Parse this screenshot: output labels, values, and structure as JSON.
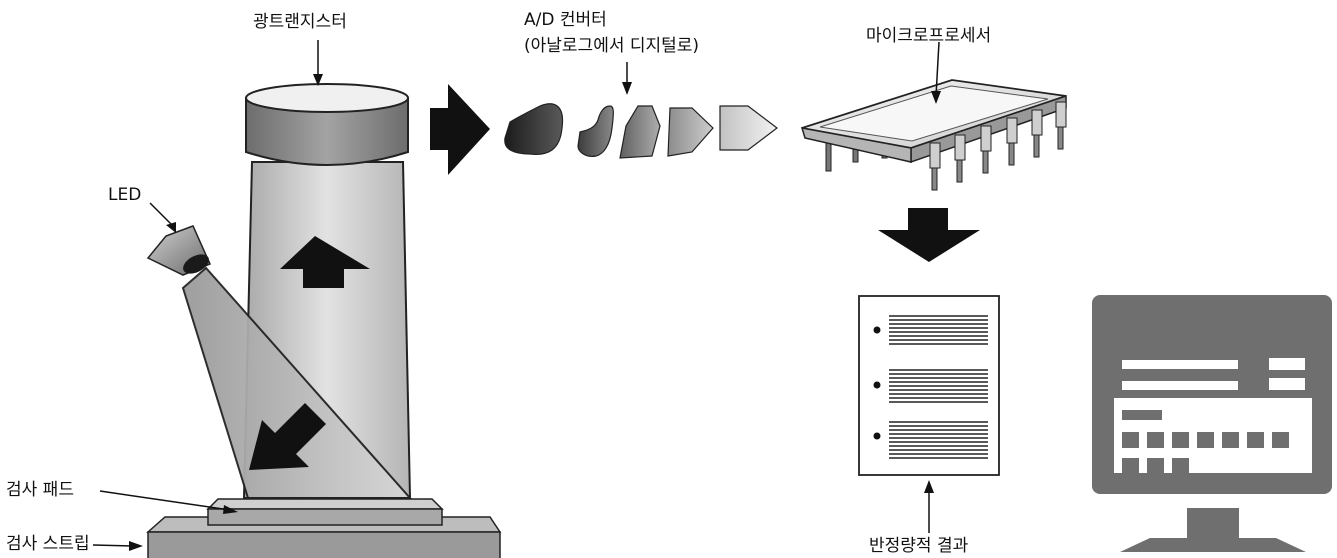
{
  "labels": {
    "phototransistor": "광트랜지스터",
    "ad_converter_line1": "A/D 컨버터",
    "ad_converter_line2": "(아날로그에서 디지털로)",
    "microprocessor": "마이크로프로세서",
    "led": "LED",
    "test_pad": "검사 패드",
    "test_strip": "검사 스트립",
    "semi_quant_result": "반정량적 결과"
  },
  "icons": [
    "phototransistor-cylinder-icon",
    "led-icon",
    "light-beam-icon",
    "flow-arrow-icon",
    "signal-shape-icon",
    "microprocessor-chip-icon",
    "report-document-icon",
    "computer-monitor-icon"
  ],
  "colors": {
    "dark": "#2a2a2a",
    "mid_gray": "#8a8a8a",
    "light_gray": "#cfcfcf",
    "monitor": "#6f6f6f"
  }
}
